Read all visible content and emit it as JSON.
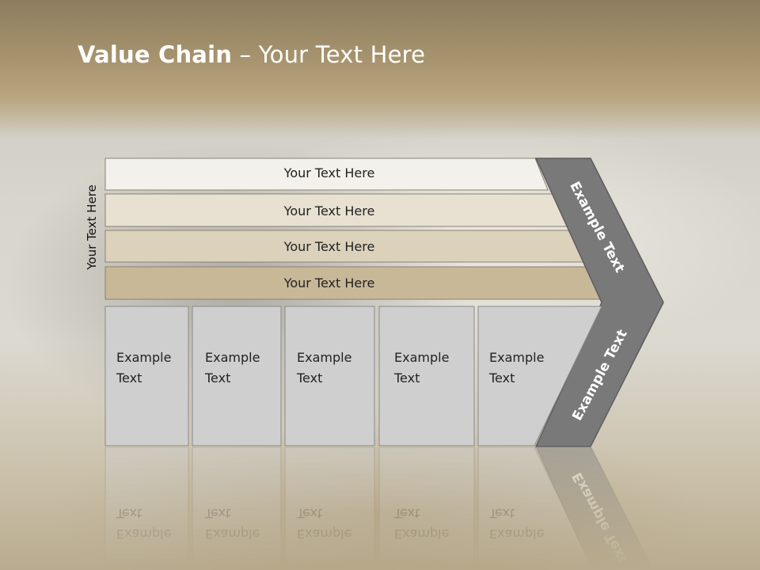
{
  "header": {
    "title_strong": "Value Chain",
    "title_rest": " – Your Text Here"
  },
  "side_label": "Your Text Here",
  "rows": [
    {
      "label": "Your Text Here"
    },
    {
      "label": "Your Text Here"
    },
    {
      "label": "Your Text Here"
    },
    {
      "label": "Your Text Here"
    }
  ],
  "chevron": {
    "upper_label": "Example Text",
    "lower_label": "Example Text"
  },
  "boxes": [
    {
      "text": "Example\nText"
    },
    {
      "text": "Example\nText"
    },
    {
      "text": "Example\nText"
    },
    {
      "text": "Example\nText"
    },
    {
      "text": "Example\nText"
    }
  ],
  "colors": {
    "row_fills": [
      "#f3f1eb",
      "#e8e0d1",
      "#dcd1bb",
      "#c8b898"
    ],
    "chevron": "#797979",
    "box_fill": "#cfcfcf"
  }
}
